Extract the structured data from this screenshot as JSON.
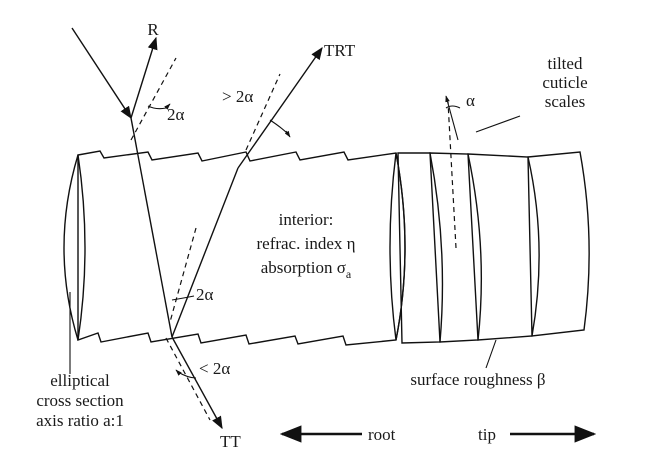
{
  "labels": {
    "r": "R",
    "trt": "TRT",
    "tt": "TT",
    "angle_2a_top": "2α",
    "angle_gt_2a": "> 2α",
    "angle_2a_mid": "2α",
    "angle_lt_2a": "< 2α",
    "alpha": "α",
    "tilted_1": "tilted",
    "tilted_2": "cuticle",
    "tilted_3": "scales",
    "interior_1": "interior:",
    "interior_2": "refrac. index η",
    "interior_3_prefix": "absorption σ",
    "interior_3_sub": "a",
    "ellip_1": "elliptical",
    "ellip_2": "cross section",
    "ellip_3": "axis ratio a:1",
    "surface": "surface roughness β",
    "root": "root",
    "tip": "tip"
  },
  "colors": {
    "interior_fill": "#cfcfcf",
    "end_cap_fill": "#8a8a8a",
    "line": "#111111",
    "scale_fill": "#ffffff"
  }
}
